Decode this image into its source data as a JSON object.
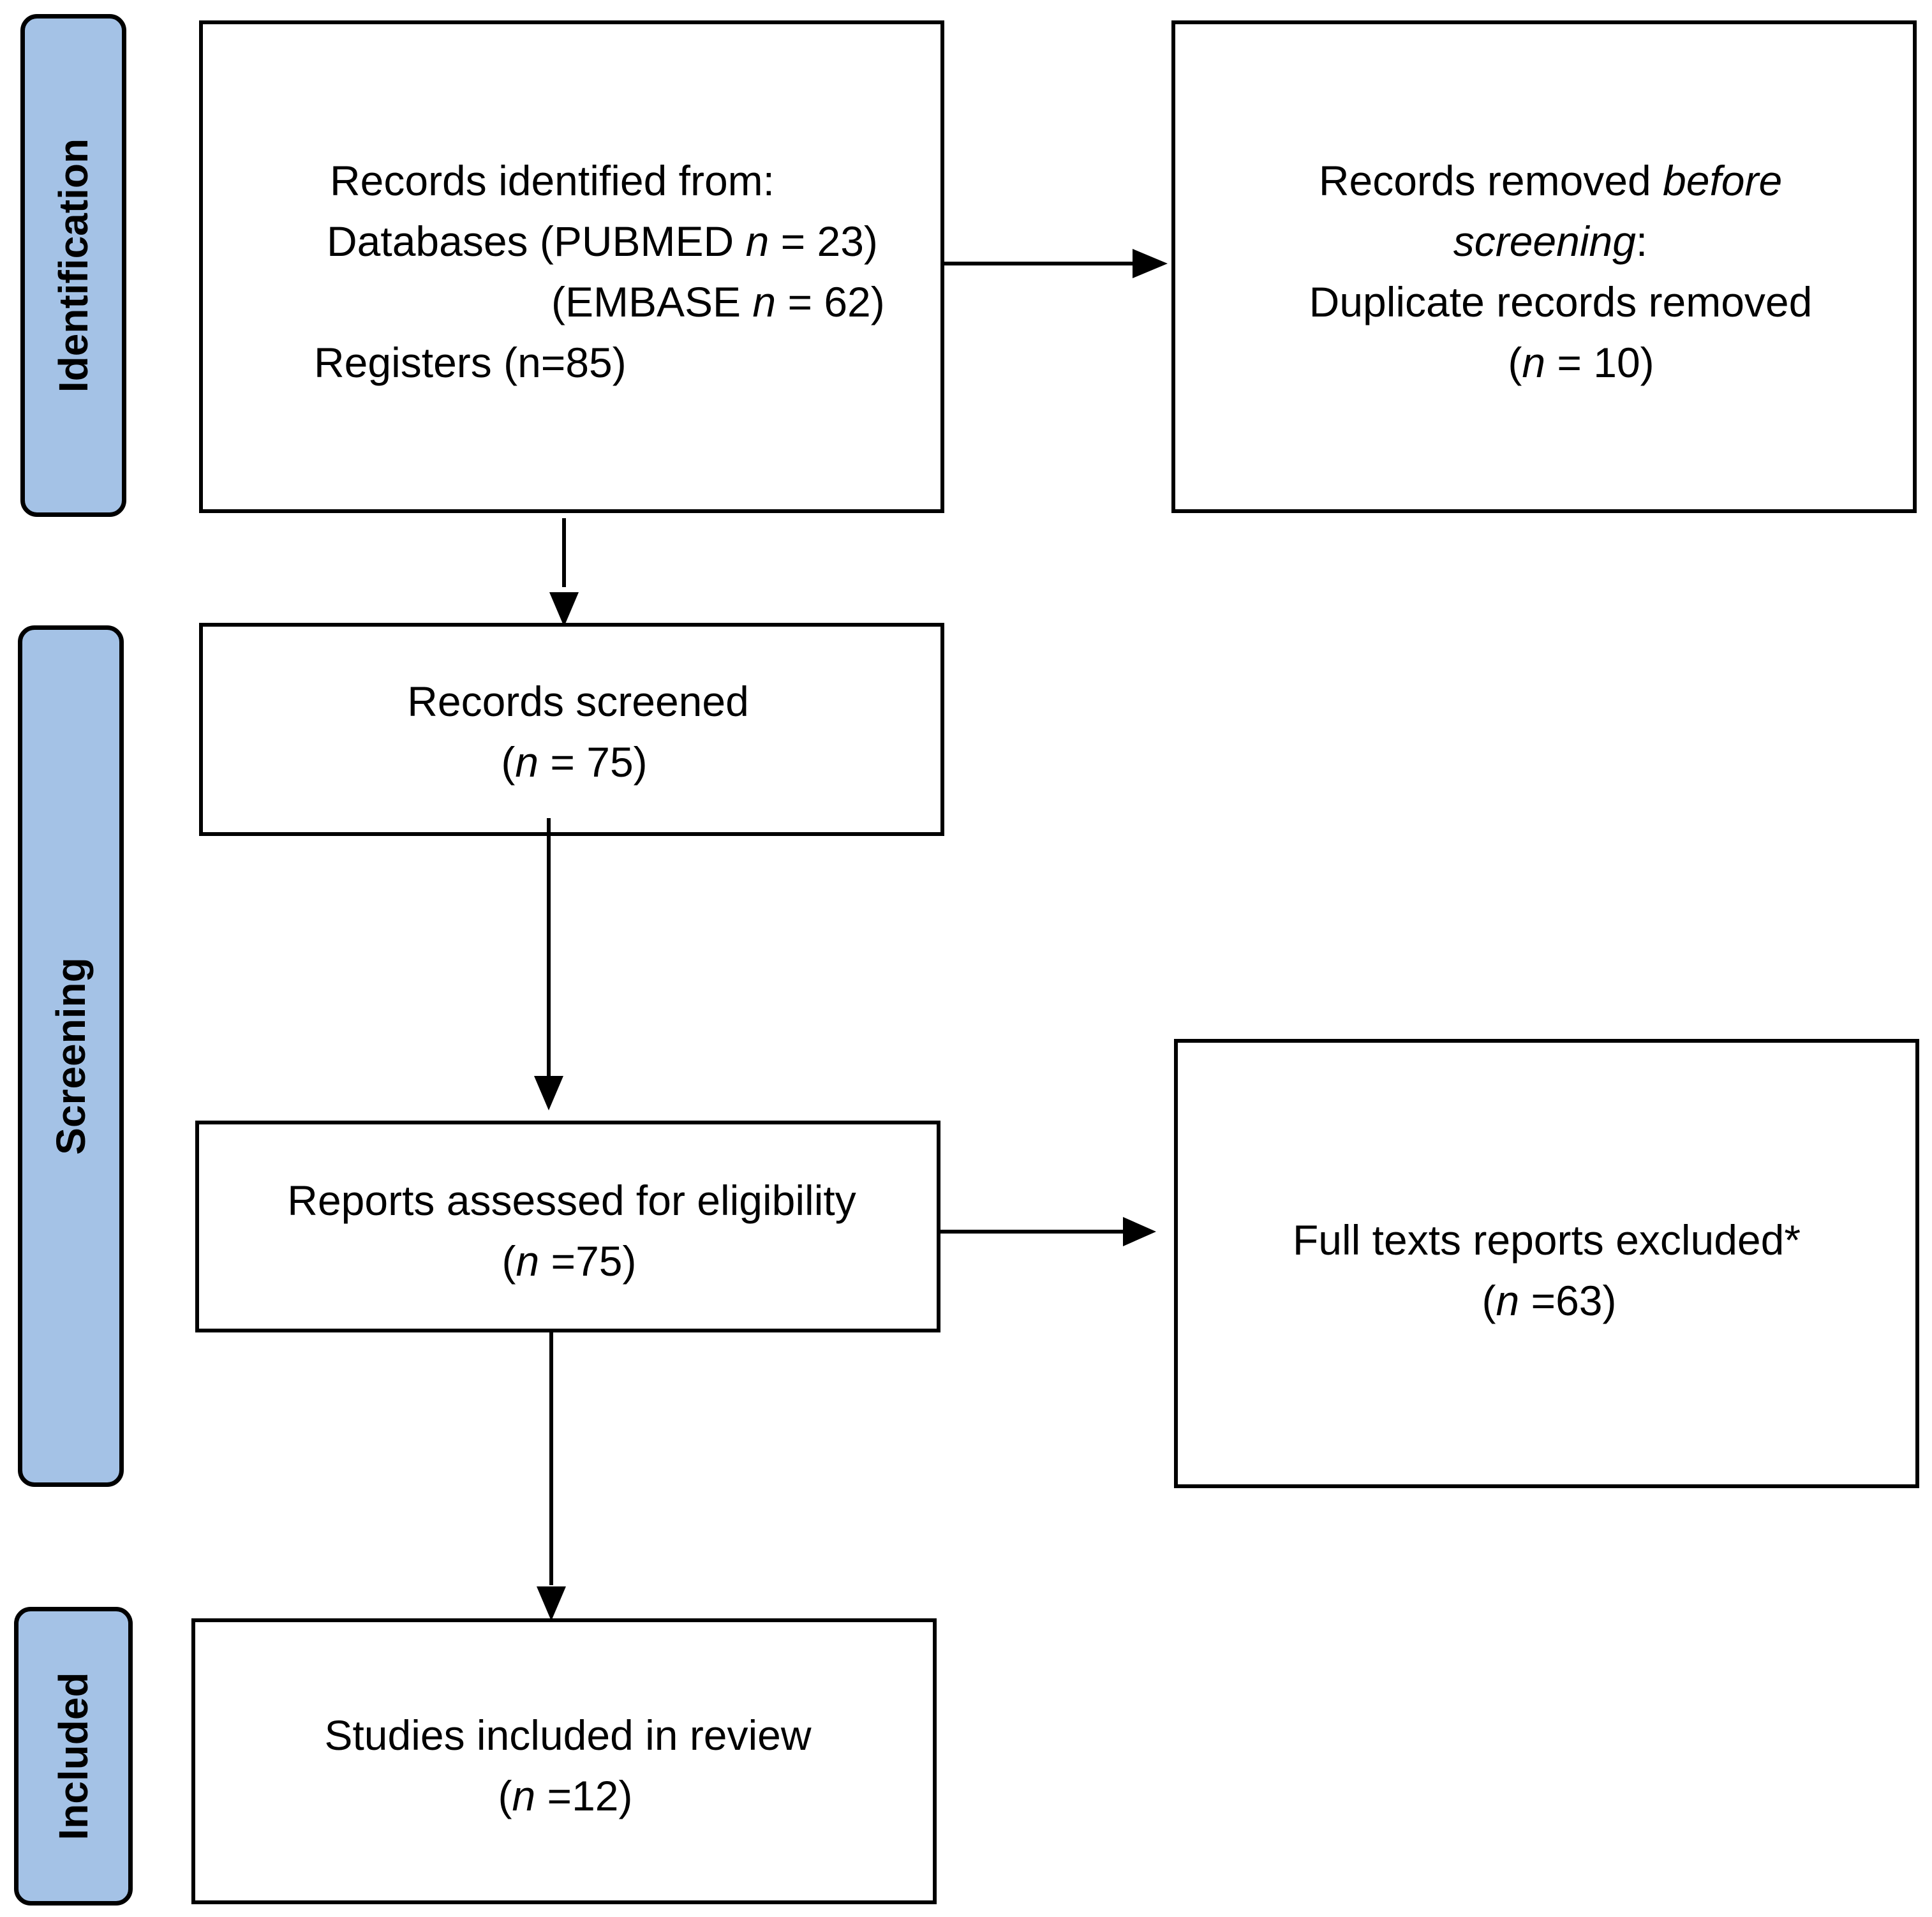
{
  "phases": {
    "identification": "Identification",
    "screening": "Screening",
    "included": "Included"
  },
  "boxes": {
    "identified": {
      "line1": "Records identified from:",
      "db_pubmed_pre": "Databases (PUBMED ",
      "n_symbol": "n",
      "db_pubmed_post": " = 23)",
      "db_embase_pre": "(EMBASE ",
      "db_embase_post": " = 62)",
      "registers": "Registers (n=85)"
    },
    "removed": {
      "line1_pre": "Records removed ",
      "line1_italic": "before",
      "line2_italic": "screening",
      "line2_post": ":",
      "line3": "Duplicate records removed",
      "count_open": "(",
      "n_symbol": "n",
      "count_post": " = 10)"
    },
    "screened": {
      "line1": "Records screened",
      "count_open": "(",
      "n_symbol": "n",
      "count_post": " = 75)"
    },
    "eligibility": {
      "line1": "Reports assessed for eligibility",
      "count_open": "(",
      "n_symbol": "n",
      "count_post": " =75)"
    },
    "excluded": {
      "line1": "Full texts reports excluded*",
      "count_open": "(",
      "n_symbol": "n",
      "count_post": " =63)"
    },
    "included": {
      "line1": "Studies included in review",
      "count_open": "(",
      "n_symbol": "n",
      "count_post": " =12)"
    }
  },
  "colors": {
    "phase_fill": "#a4c2e6",
    "stroke": "#000000"
  }
}
